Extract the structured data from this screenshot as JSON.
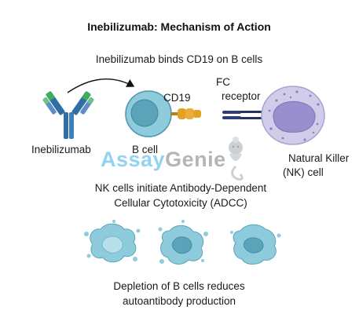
{
  "title": "Inebilizumab: Mechanism of Action",
  "subtitle": "Inebilizumab binds CD19 on B cells",
  "labels": {
    "inebilizumab": "Inebilizumab",
    "b_cell": "B cell",
    "cd19": "CD19",
    "fc_receptor_line1": "FC",
    "fc_receptor_line2": "receptor",
    "nk_line1": "Natural Killer",
    "nk_line2": "(NK) cell",
    "adcc_line1": "NK cells initiate Antibody-Dependent",
    "adcc_line2": "Cellular Cytotoxicity (ADCC)",
    "depletion_line1": "Depletion of B cells reduces",
    "depletion_line2": "autoantibody production"
  },
  "watermark": {
    "part1": "Assay",
    "part2": "Genie"
  },
  "colors": {
    "antibody_blue": "#2f6fa6",
    "antibody_green": "#3fae5a",
    "b_cell_outer": "#8ecbdc",
    "b_cell_nucleus": "#5aa3b8",
    "cd19_orange": "#e3a126",
    "nk_cell": "#cfcdea",
    "nk_nucleus": "#9a8fce",
    "fc_receptor": "#2c3e78"
  }
}
